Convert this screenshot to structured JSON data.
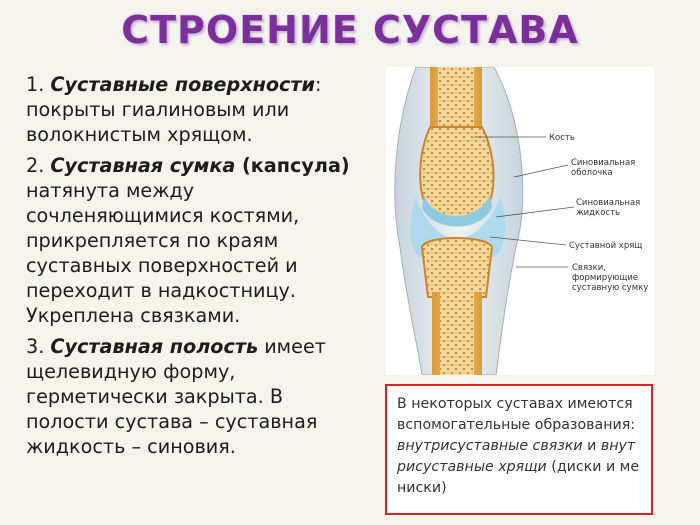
{
  "title": "СТРОЕНИЕ СУСТАВА",
  "items": [
    {
      "number": "1. ",
      "term": "Суставные поверхности",
      "after_term": ":",
      "text": " покрыты гиалиновым или волокнистым хрящом."
    },
    {
      "number": "2. ",
      "term": "Суставная сумка",
      "extra_bold": " (капсула)",
      "text": " натянута между сочленяющимися костями, прикрепляется по краям суставных поверхностей и переходит в надкостницу. Укреплена связками."
    },
    {
      "number": "3. ",
      "term": "Суставная полость",
      "text": " имеет щелевидную форму, герметически закрыта. В полости сустава – суставная жидкость – синовия."
    }
  ],
  "figure": {
    "labels": {
      "bone": "Кость",
      "synovial_membrane_1": "Синовиальная",
      "synovial_membrane_2": "оболочка",
      "synovial_fluid_1": "Синовиальная",
      "synovial_fluid_2": "жидкость",
      "cartilage": "Суставной хрящ",
      "ligaments_1": "Связки,",
      "ligaments_2": "формирующие",
      "ligaments_3": "суставную сумку"
    },
    "colors": {
      "bone_shaft": "#e9b45a",
      "spongy_bone": "#f3d79a",
      "capsule": "#d8e3ea",
      "synovial_fluid": "#a9d8ec"
    }
  },
  "note": {
    "text_1": "В некоторых суставах имеются вспомогательные образования: ",
    "italic_1": "внутрисуставные связки",
    "text_2": " и ",
    "italic_2": "внутрисуставные хрящи",
    "text_3": " (диски и мениски)",
    "border_color": "#d8231f"
  }
}
